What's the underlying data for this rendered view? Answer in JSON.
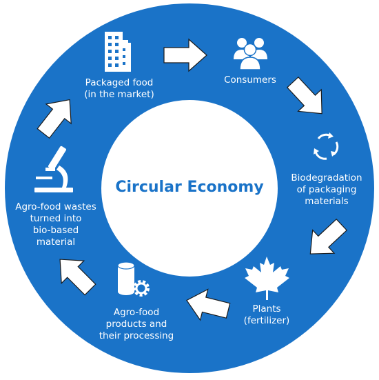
{
  "diagram": {
    "title": "Circular Economy",
    "colors": {
      "ring": "#1a73c8",
      "arrow": "#ffffff",
      "title": "#1a73c8"
    },
    "stages": [
      {
        "id": "packaged-food",
        "icon": "buildings-icon",
        "label": "Packaged food\n(in the market)"
      },
      {
        "id": "consumers",
        "icon": "people-icon",
        "label": "Consumers"
      },
      {
        "id": "biodegradation",
        "icon": "recycle-icon",
        "label": "Biodegradation\nof packaging\nmaterials"
      },
      {
        "id": "plants",
        "icon": "maple-leaf-icon",
        "label": "Plants\n(fertilizer)"
      },
      {
        "id": "agro-processing",
        "icon": "database-gear-icon",
        "label": "Agro-food\nproducts and\ntheir processing"
      },
      {
        "id": "agro-wastes",
        "icon": "microscope-icon",
        "label": "Agro-food wastes\nturned into\nbio-based\nmaterial"
      }
    ]
  }
}
